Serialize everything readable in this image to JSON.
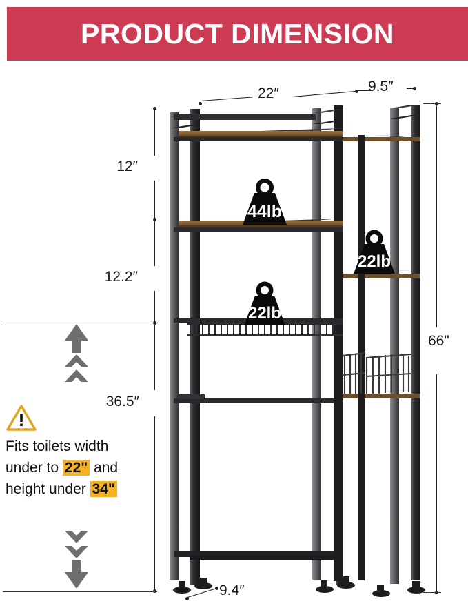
{
  "banner": {
    "title": "PRODUCT DIMENSION",
    "background_color": "#cc3a54",
    "text_color": "#ffffff"
  },
  "dimensions": {
    "top_width": "22″",
    "top_depth": "9.5″",
    "shelf_gap_top": "12″",
    "shelf_gap_mid": "12.2″",
    "clearance_height": "36.5″",
    "total_height": "66\"",
    "base_depth": "9.4″"
  },
  "capacities": [
    {
      "id": "top-shelf",
      "label": "44lb"
    },
    {
      "id": "mid-shelf",
      "label": "22lb"
    },
    {
      "id": "side-shelf",
      "label": "22lb"
    }
  ],
  "warning": {
    "icon": "warning-triangle-icon",
    "line1_prefix": "Fits toilets width",
    "line2_prefix": "under to ",
    "line2_highlight": "22\"",
    "line2_suffix": " and",
    "line3_prefix": "height under ",
    "line3_highlight": "34\"",
    "highlight_color": "#f5b324",
    "icon_color": "#e0a521"
  },
  "product": {
    "frame_color": "#2b2b2e",
    "frame_highlight": "#7d7d82",
    "shelf_color": "#8a6236",
    "shelf_edge_color": "#5d4324",
    "wire_color": "#3a3a3d"
  },
  "indicators": {
    "up_arrow": "up-arrow-indicator",
    "down_arrow": "down-arrow-indicator",
    "arrow_color": "#6e6e6e"
  }
}
